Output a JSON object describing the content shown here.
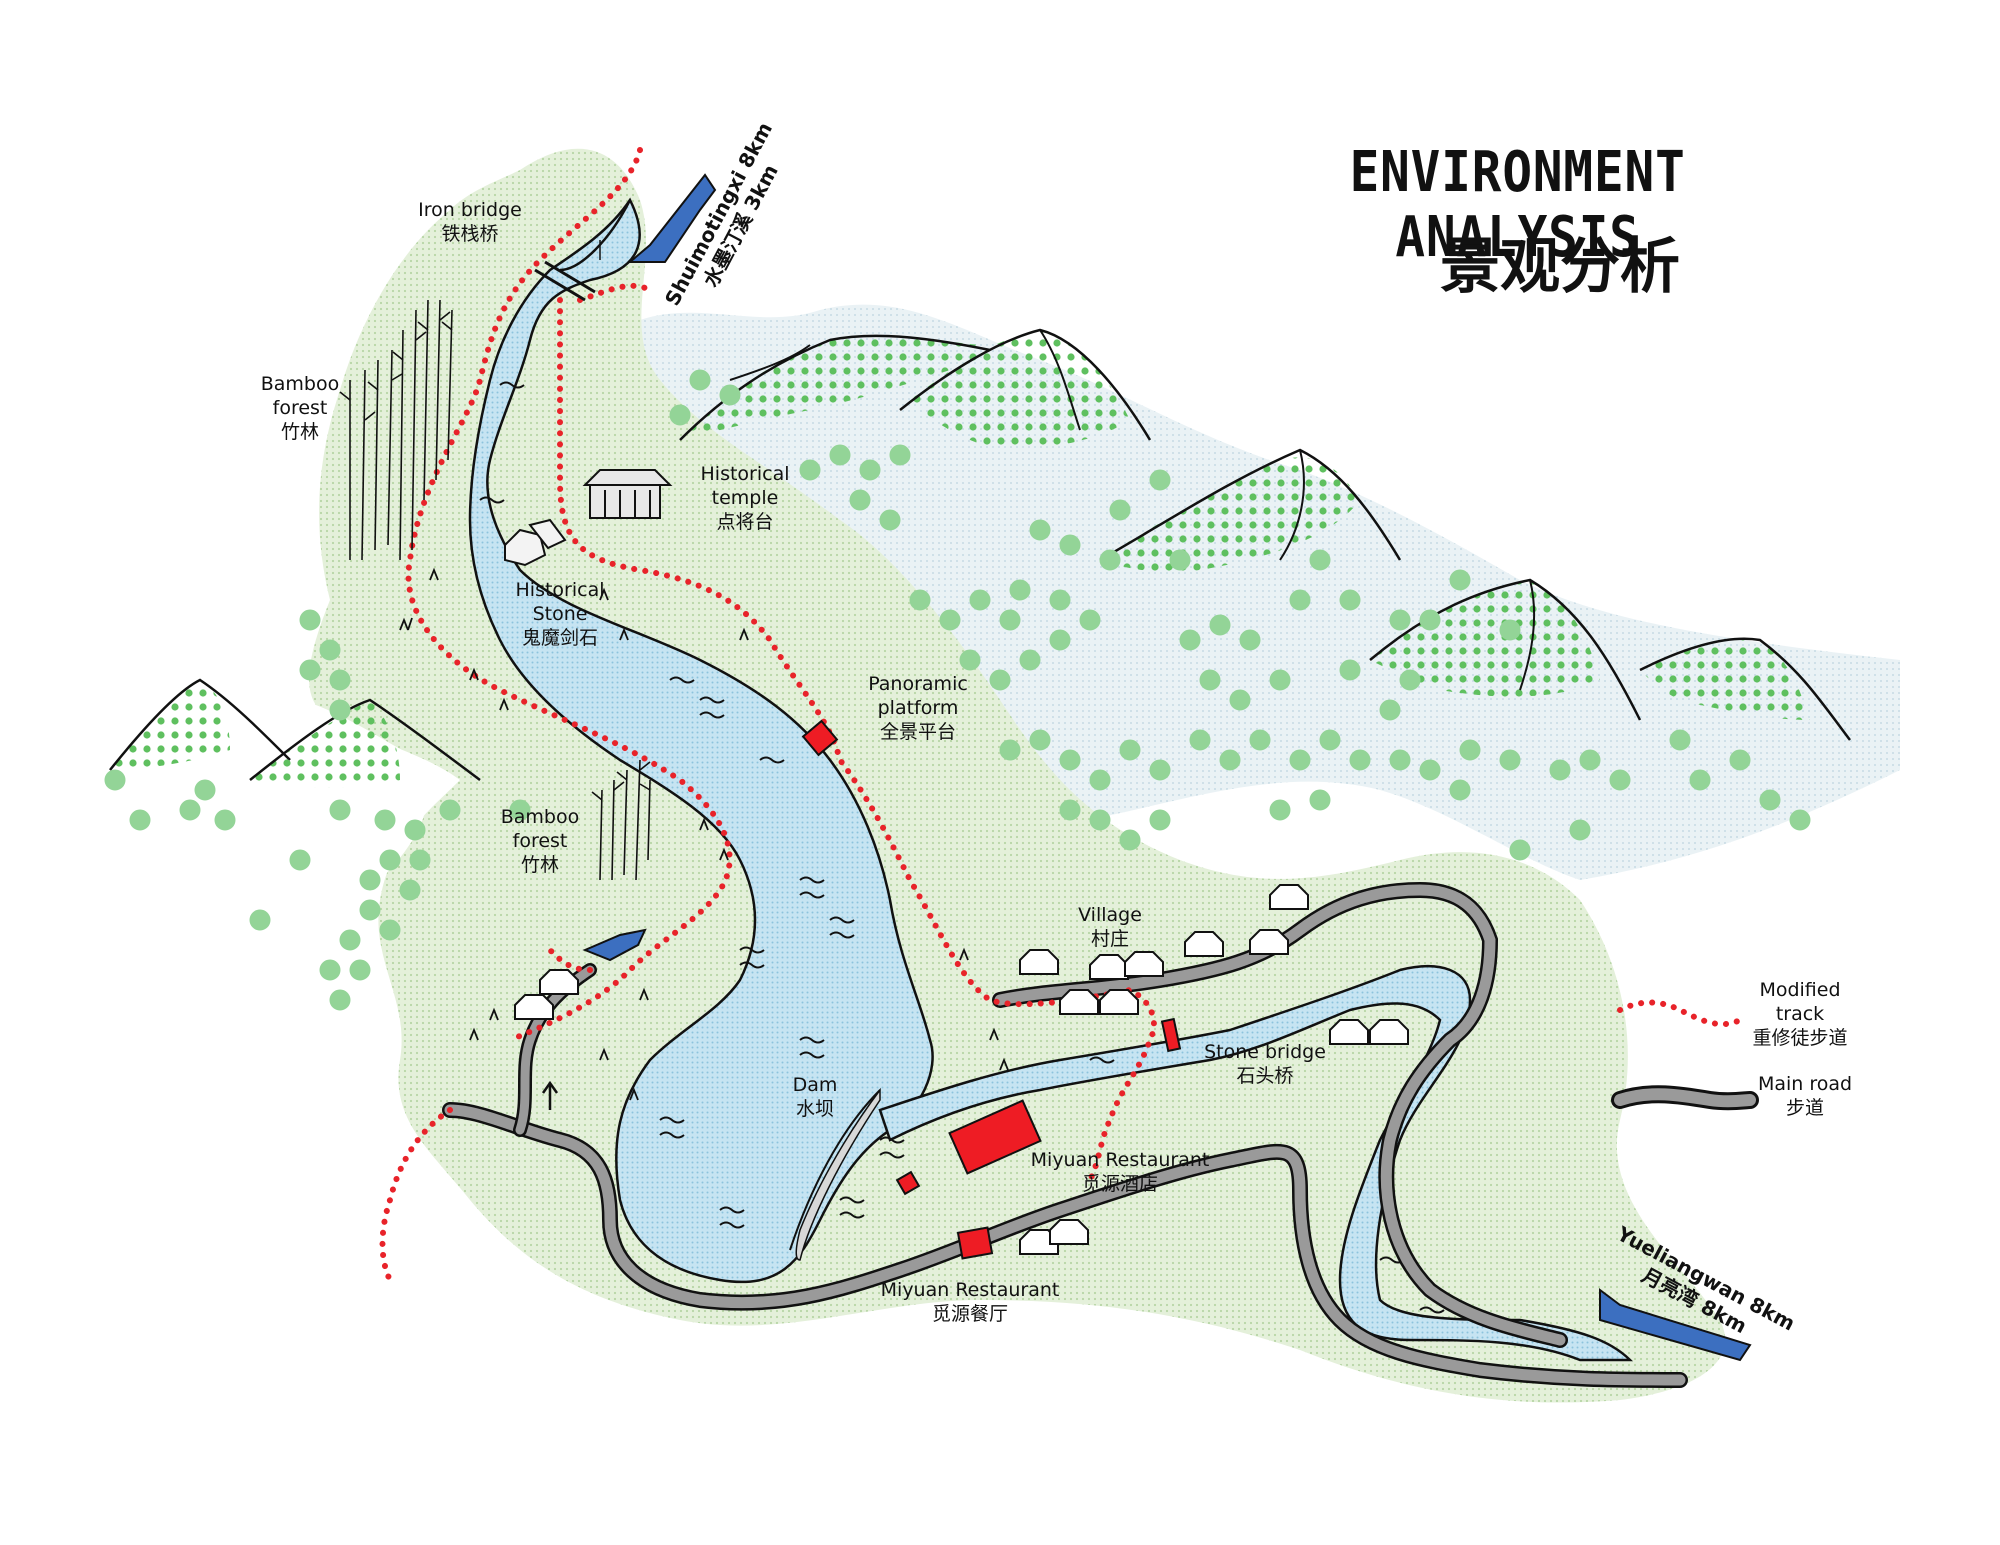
{
  "title": {
    "en": "ENVIRONMENT ANALYSIS",
    "zh": "景观分析"
  },
  "labels": {
    "iron_bridge": {
      "en": "Iron bridge",
      "zh": "铁栈桥"
    },
    "bamboo_forest_1": {
      "en": "Bamboo",
      "en2": "forest",
      "zh": "竹林"
    },
    "historical_temple": {
      "en": "Historical",
      "en2": "temple",
      "zh": "点将台"
    },
    "historical_stone": {
      "en": "Historical",
      "en2": "Stone",
      "zh": "鬼魔剑石"
    },
    "panoramic_platform": {
      "en": "Panoramic",
      "en2": "platform",
      "zh": "全景平台"
    },
    "bamboo_forest_2": {
      "en": "Bamboo",
      "en2": "forest",
      "zh": "竹林"
    },
    "village": {
      "en": "Village",
      "zh": "村庄"
    },
    "stone_bridge": {
      "en": "Stone bridge",
      "zh": "石头桥"
    },
    "dam": {
      "en": "Dam",
      "zh": "水坝"
    },
    "miyuan_restaurant_1": {
      "en": "Miyuan Restaurant",
      "zh": "觅源酒店"
    },
    "miyuan_restaurant_2": {
      "en": "Miyuan Restaurant",
      "zh": "觅源餐厅"
    }
  },
  "directions": {
    "shuimotingxi": {
      "en": "Shuimotingxi 8km",
      "zh": "水墨汀溪 3km"
    },
    "yueliangwan": {
      "en": "Yueliangwan 8km",
      "zh": "月亮湾 8km"
    }
  },
  "legend": {
    "modified_track": {
      "en": "Modified",
      "en2": "track",
      "zh": "重修徒步道"
    },
    "main_road": {
      "en": "Main road",
      "zh": "步道"
    }
  },
  "colors": {
    "land": "#dcebd0",
    "water": "#bfe0ef",
    "mountain_fill": "#e6eef2",
    "dots_green": "#5fc05f",
    "tree": "#93d497",
    "track_red": "#e8232a",
    "road_gray": "#9a9a9a",
    "arrow_blue": "#3c6fc0",
    "building_red": "#ee1c24"
  }
}
